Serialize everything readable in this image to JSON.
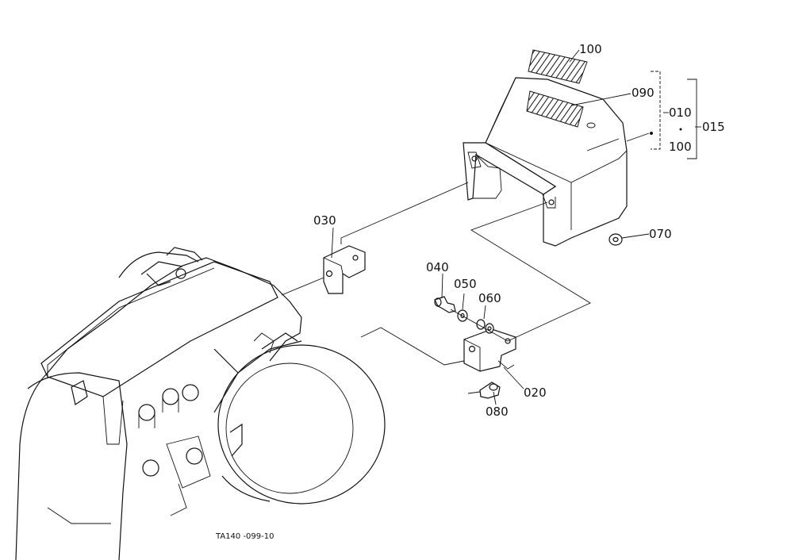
{
  "diagram_code": "TA140 -099-10",
  "parts": {
    "p100_top": "100",
    "p090": "090",
    "p010": "010",
    "p015": "015",
    "p100_side": "100",
    "p070": "070",
    "p030": "030",
    "p040": "040",
    "p050": "050",
    "p060": "060",
    "p020": "020",
    "p080": "080"
  }
}
